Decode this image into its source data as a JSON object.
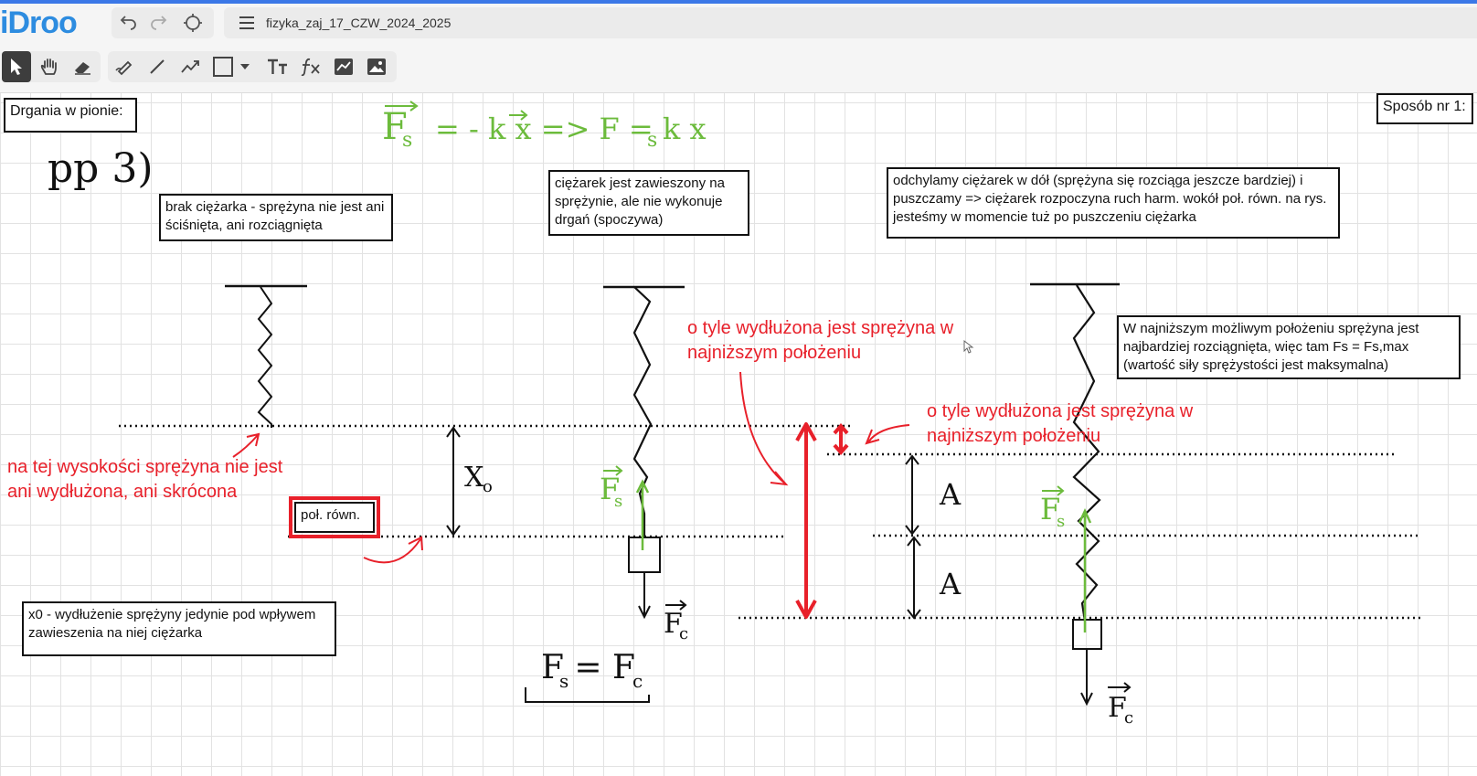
{
  "app": {
    "logo": "iDroo",
    "document_title": "fizyka_zaj_17_CZW_2024_2025"
  },
  "toolbar": {
    "icons": [
      "select-arrow-icon",
      "hand-pan-icon",
      "eraser-icon",
      "pen-icon",
      "line-icon",
      "polyline-icon",
      "rectangle-icon",
      "dropdown-icon",
      "text-icon",
      "formula-icon",
      "graph-icon",
      "image-icon"
    ],
    "active_tool": "select-arrow-icon",
    "colors": {
      "active_bg": "#3d3d3d",
      "accent": "#2d8ce0"
    }
  },
  "board": {
    "text_boxes": {
      "title": "Drgania w pionie:",
      "method": "Sposób nr 1:",
      "no_weight": "brak ciężarka - sprężyna nie jest ani ściśnięta, ani rozciągnięta",
      "weight_rest": "ciężarek jest zawieszony na sprężynie, ale nie wykonuje drgań (spoczywa)",
      "pull_down": "odchylamy ciężarek w dół (sprężyna się rozciąga jeszcze bardziej) i puszczamy => ciężarek rozpoczyna ruch harm. wokół poł. równ. na rys. jesteśmy w momencie tuż po puszczeniu ciężarka",
      "lowest": "W najniższym możliwym położeniu sprężyna jest najbardziej rozciągnięta, więc tam Fs = Fs,max (wartość siły sprężystości jest maksymalna)",
      "equilibrium": "poł. równ.",
      "x0_def": "x0 - wydłużenie sprężyny jedynie pod wpływem zawieszenia na niej ciężarka"
    },
    "red_notes": {
      "neutral": "na tej wysokości sprężyna nie jest ani wydłużona, ani skrócona",
      "elongation_1": "o tyle wydłużona jest sprężyna w najniższym położeniu",
      "elongation_2": "o tyle wydłużona jest sprężyna w najniższym położeniu"
    },
    "handwriting": {
      "pp": "pp 3)",
      "formula_lhs": "F",
      "formula_rhs": "= - k x  =>  F  = k x",
      "x0": "X",
      "x0_sub": "o",
      "amp": "A",
      "fs": "F",
      "fs_sub": "s",
      "fc": "F",
      "fc_sub": "c",
      "balance": "F = F"
    },
    "colors": {
      "red": "#e8202a",
      "green": "#6cbb3c",
      "ink": "#111111"
    }
  }
}
